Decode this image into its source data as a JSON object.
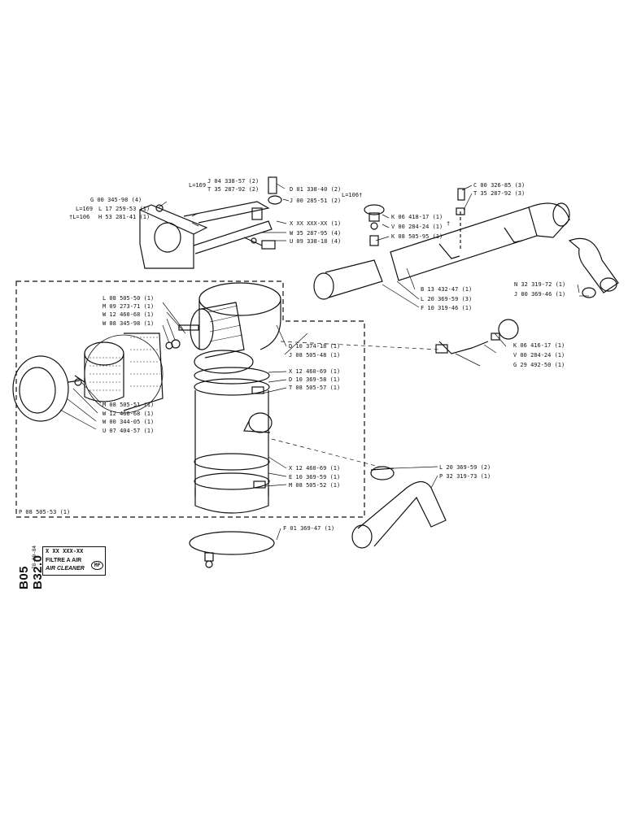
{
  "sheet": {
    "code": "B05 B32.0",
    "date": "78-09-84",
    "ref": "X XX XXX-XX",
    "title_fr": "FILTRE A AIR",
    "title_en": "AIR CLEANER",
    "mark": "MP"
  },
  "labels": {
    "bracket_j04": "J 04 338-57 (2)",
    "bracket_t35": "T 35 287-92 (2)",
    "bracket_l169": "L=169",
    "d01": "D 01 338-40 (2)",
    "j00285": "J 00 285-51 (2)",
    "l106a": "L=106†",
    "g00": "G 00 345-98 (4)",
    "l17": "L 17 259-53 (1)",
    "h53": "H 53 281-41 (1)",
    "l169b": "L=169",
    "l106b": "†L=106",
    "xref": "X XX XXX-XX (1)",
    "w35": "W 35 287-95 (4)",
    "u09": "U 09 338-18 (4)",
    "c00": "C 00 326-85 (3)",
    "t35b": "T 35 287-92 (3)",
    "k06a": "K 06 418-17 (1)",
    "v00a": "V 00 284-24 (1)",
    "dagger": "†",
    "k08": "K 08 505-95 (1)",
    "b13": "B 13 432-47 (1)",
    "l20a": "L 20 369-59 (3)",
    "f10": "F 10 319-46 (1)",
    "n32": "N 32 319-72 (1)",
    "j00369": "J 00 369-46 (1)",
    "l08": "L 08 505-50 (1)",
    "m09": "M 09 273-71 (1)",
    "w12a": "W 12 460-68 (1)",
    "w08": "W 08 345-98 (1)",
    "d10a": "D 10 374-18 (1)",
    "j08": "J 08 505-48 (1)",
    "k06b": "K 06 416-17 (1)",
    "v00b": "V 00 284-24 (1)",
    "g29": "G 29 492-50 (1)",
    "x12a": "X 12 460-69 (1)",
    "d10b": "D 10 369-58 (1)",
    "t08": "T 08 505-57 (1)",
    "m08a": "M 08 505-51 (1)",
    "w12b": "W 12 460-68 (1)",
    "w00": "W 00 344-05 (1)",
    "u07": "U 07 404-57 (1)",
    "x12b": "X 12 460-69 (1)",
    "e10": "E 10 369-59 (1)",
    "m08b": "M 08 505-52 (1)",
    "l20b": "L 20 369-59 (2)",
    "p32": "P 32 319-73 (1)",
    "p08": "P 08 505-53 (1)",
    "f01": "F 01 369-47 (1)"
  }
}
